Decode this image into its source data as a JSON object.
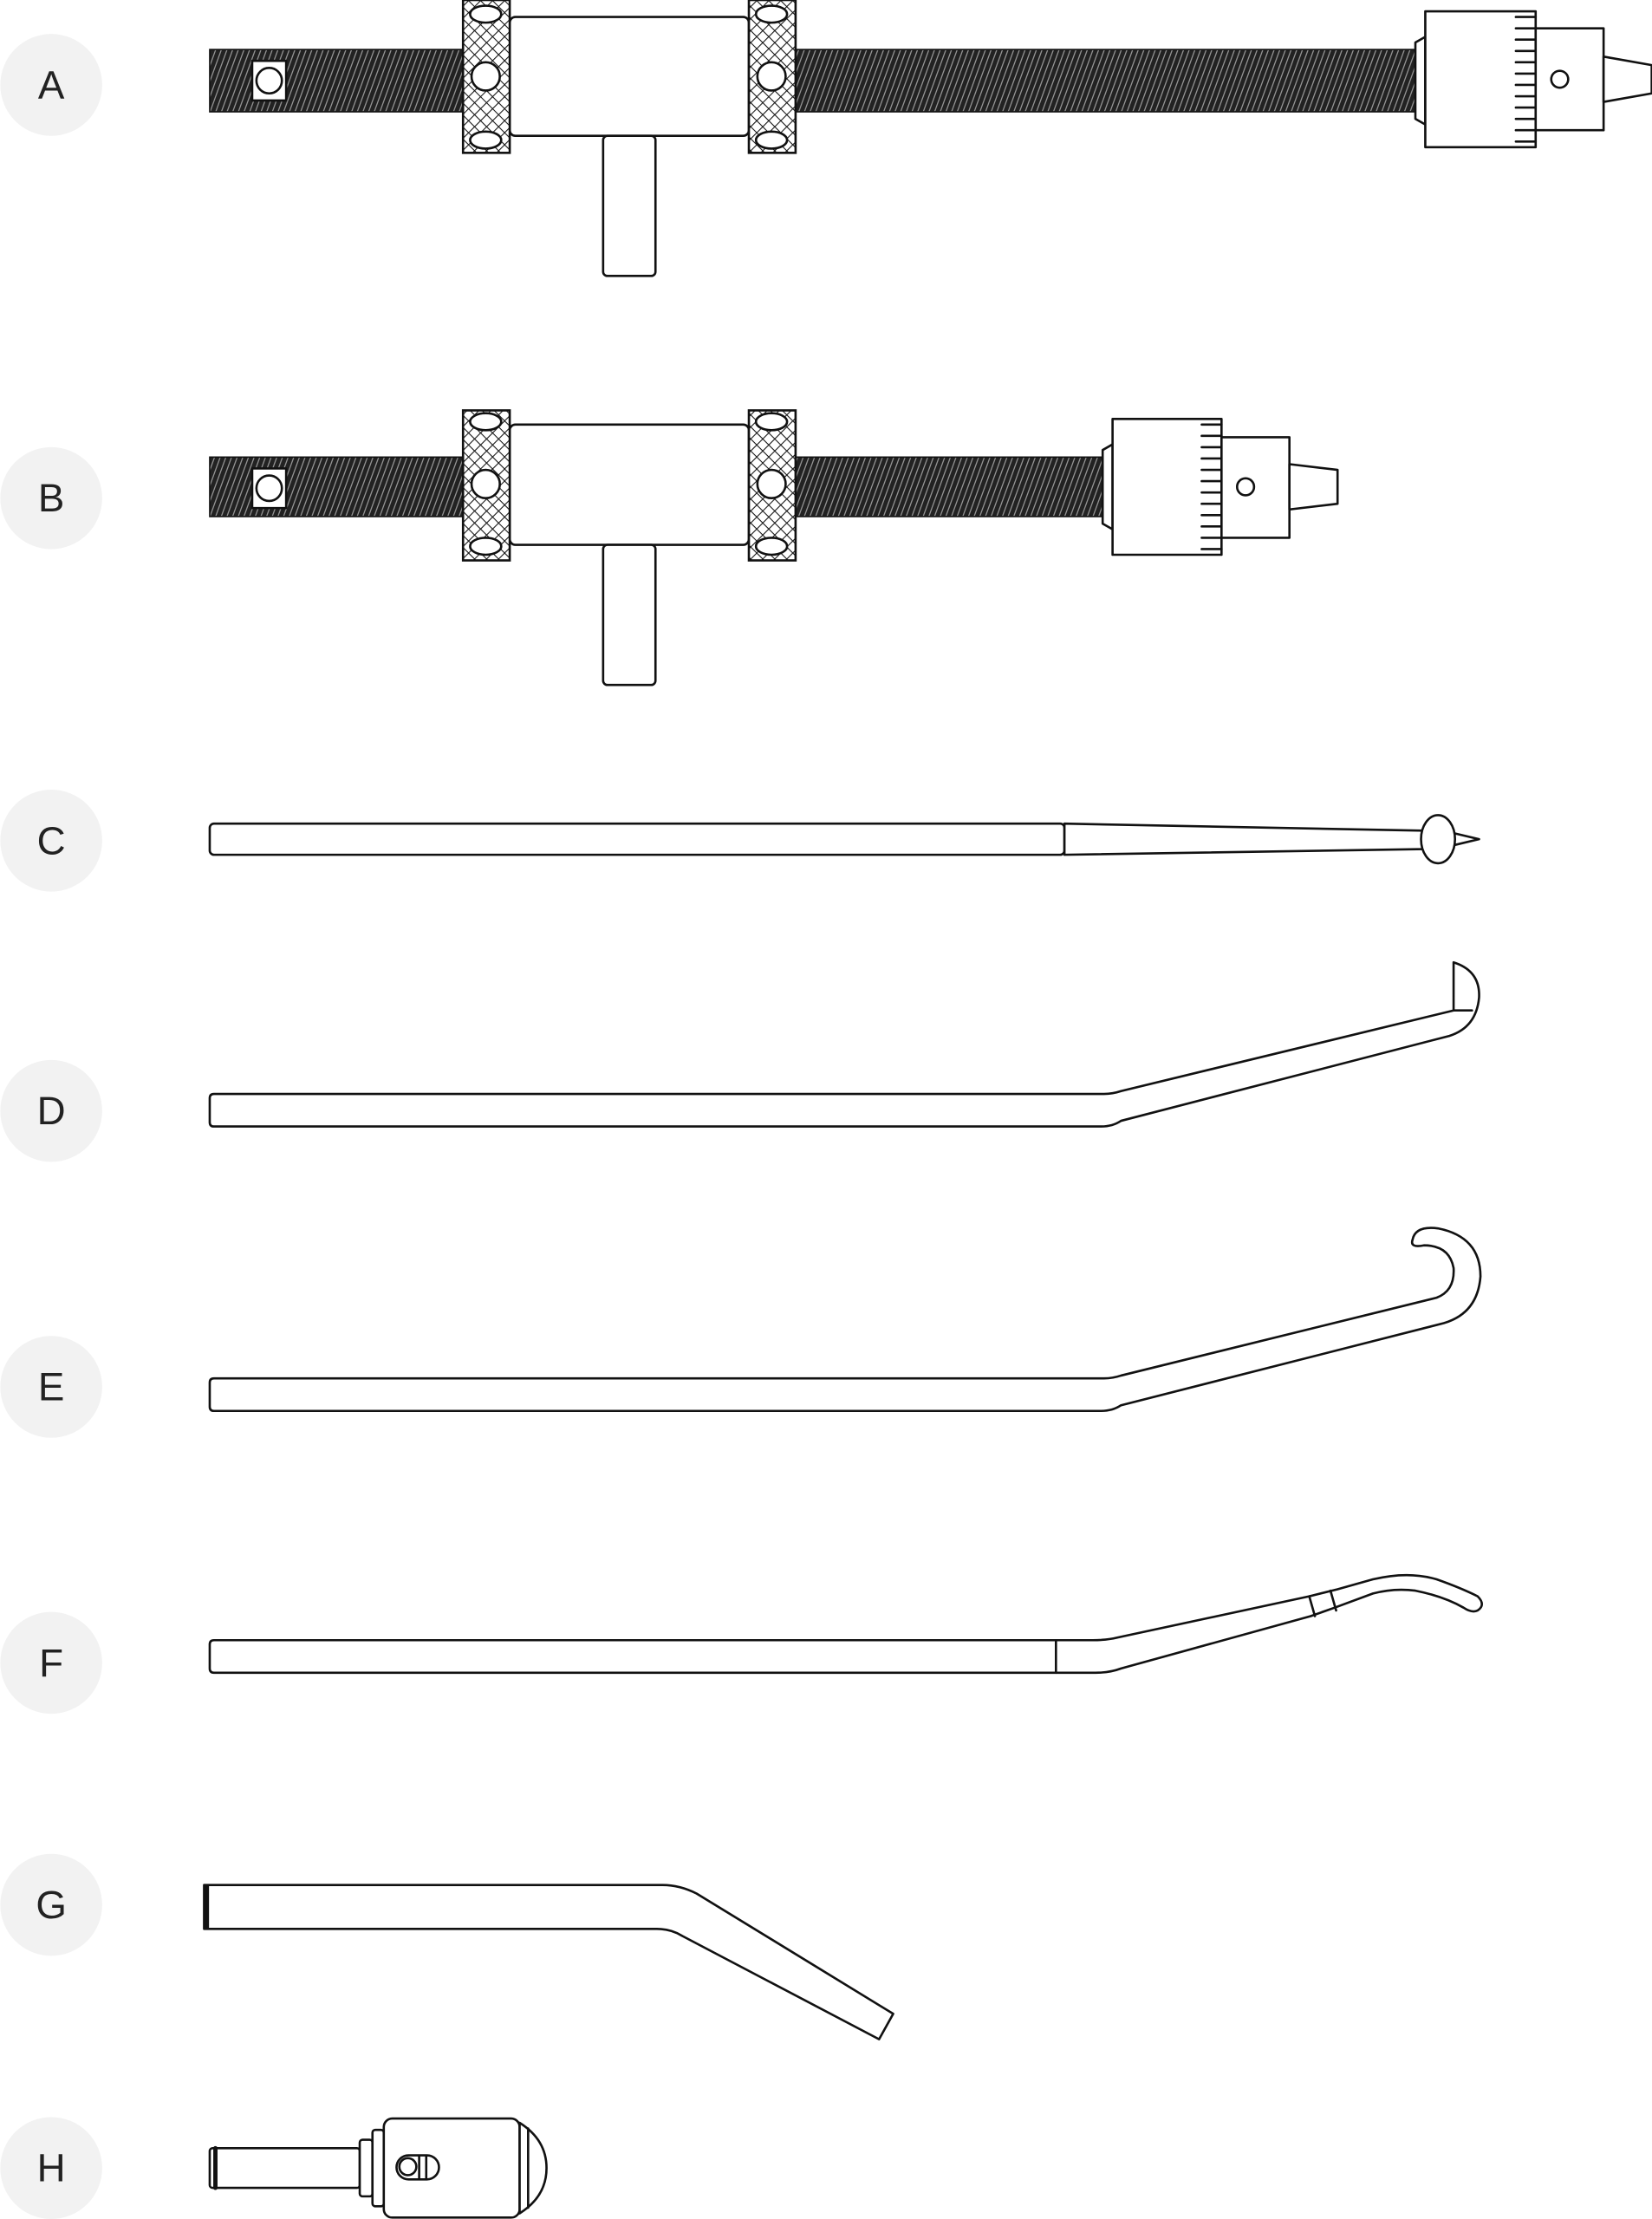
{
  "figure": {
    "labels": [
      "A",
      "B",
      "C",
      "D",
      "E",
      "F",
      "G",
      "H"
    ],
    "colors": {
      "line": "#111111",
      "label_background": "#f2f2f2"
    }
  }
}
